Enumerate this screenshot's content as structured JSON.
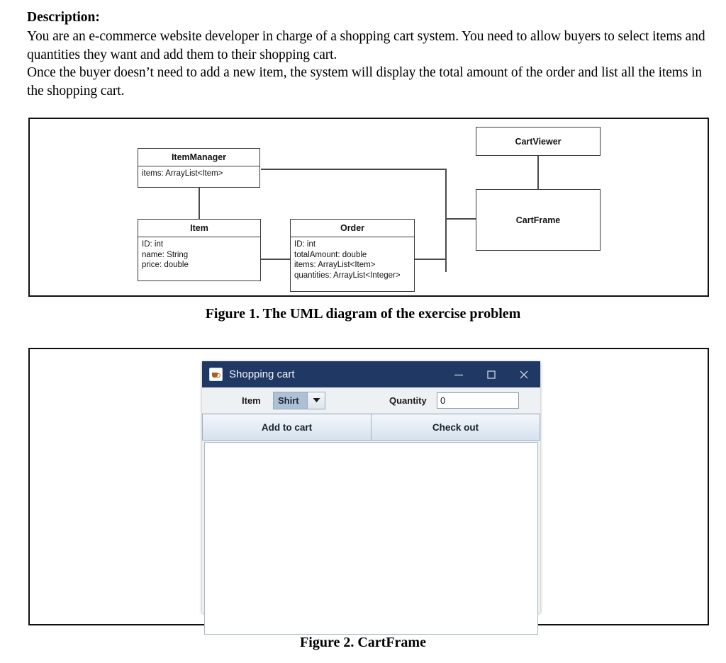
{
  "document": {
    "description_heading": "Description:",
    "description_paragraphs": [
      "You are an e-commerce website developer in charge of a shopping cart system. You need to allow buyers to select items and quantities they want and add them to their shopping cart.",
      "Once the buyer doesn’t need to add a new item, the system will display the total amount of the order and list all the items in the shopping cart."
    ]
  },
  "figure1": {
    "caption": "Figure 1. The UML diagram of the exercise problem",
    "classes": {
      "item_manager": {
        "name": "ItemManager",
        "attributes": [
          "items: ArrayList<Item>"
        ]
      },
      "item": {
        "name": "Item",
        "attributes": [
          "ID: int",
          "name: String",
          "price: double"
        ]
      },
      "order": {
        "name": "Order",
        "attributes": [
          "ID: int",
          "totalAmount: double",
          "items: ArrayList<Item>",
          "quantities: ArrayList<Integer>"
        ]
      },
      "cart_viewer": {
        "name": "CartViewer",
        "attributes": []
      },
      "cart_frame": {
        "name": "CartFrame",
        "attributes": []
      }
    }
  },
  "figure2": {
    "caption": "Figure 2. CartFrame",
    "window": {
      "title": "Shopping cart",
      "app_icon": "java-coffee-cup-icon",
      "controls": {
        "minimize": "minimize-icon",
        "maximize": "maximize-icon",
        "close": "close-icon"
      },
      "titlebar_color": "#1f3864",
      "item_label": "Item",
      "item_selected": "Shirt",
      "quantity_label": "Quantity",
      "quantity_value": "0",
      "add_to_cart_label": "Add to cart",
      "check_out_label": "Check out",
      "cart_list_items": []
    }
  }
}
